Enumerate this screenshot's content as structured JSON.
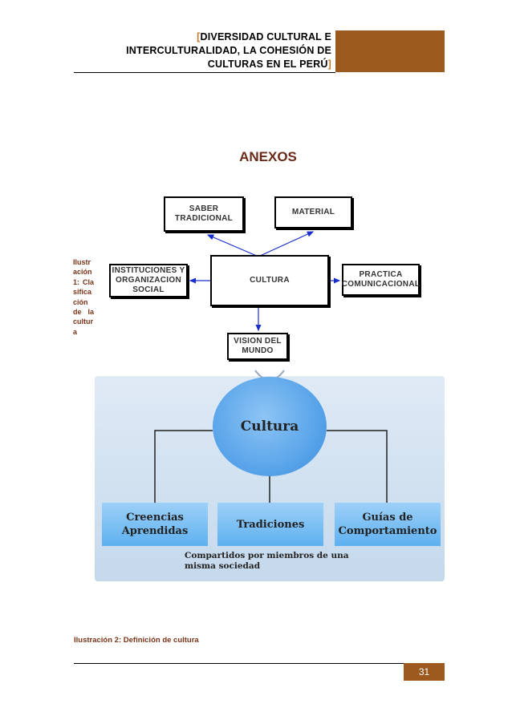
{
  "header": {
    "bracket_open": "[",
    "line1": "DIVERSIDAD CULTURAL  E",
    "line2": "INTERCULTURALIDAD, LA COHESIÓN DE",
    "line3": "CULTURAS EN EL PERÚ",
    "bracket_close": "]"
  },
  "section_title": "ANEXOS",
  "diagram1": {
    "center": "CULTURA",
    "saber": [
      "SABER",
      "TRADICIONAL"
    ],
    "material": "MATERIAL",
    "instituciones": [
      "INSTITUCIONES Y",
      "ORGANIZACION",
      "SOCIAL"
    ],
    "practica": [
      "PRACTICA",
      "COMUNICACIONAL"
    ],
    "vision": [
      "VISION DEL",
      "MUNDO"
    ],
    "caption": "Ilustración 1: Clasificación de la cultura"
  },
  "diagram2": {
    "center": "Cultura",
    "categories": [
      [
        "Creencias",
        "Aprendidas"
      ],
      [
        "Tradiciones"
      ],
      [
        "Guías de",
        "Comportamiento"
      ]
    ],
    "shared": [
      "Compartidos por miembros de una",
      "misma sociedad"
    ],
    "caption": "Ilustración 2: Definición de cultura"
  },
  "footer": {
    "page_number": "31"
  }
}
